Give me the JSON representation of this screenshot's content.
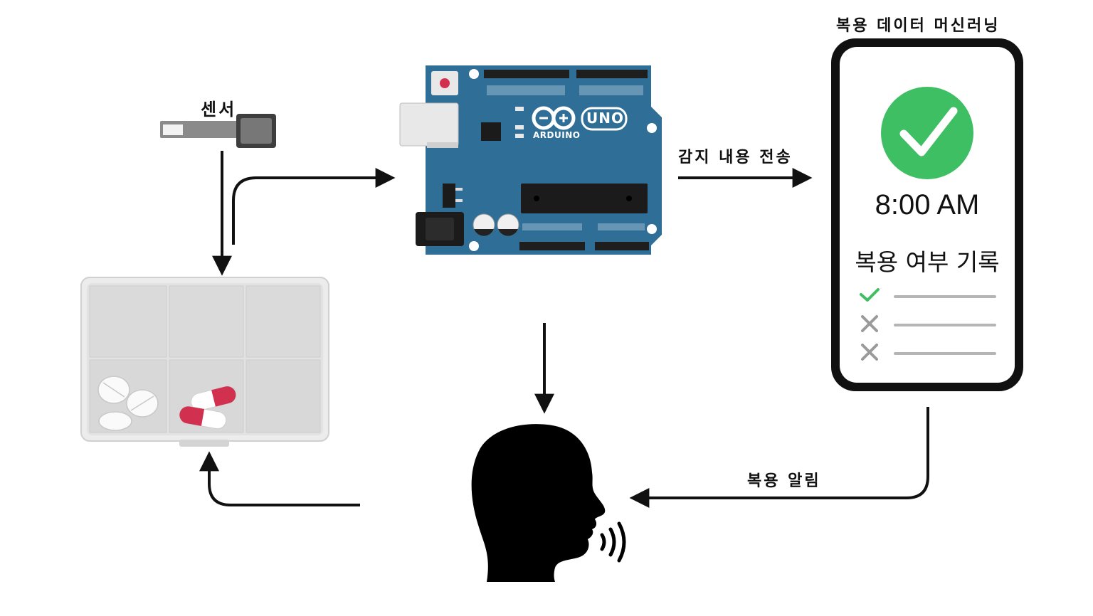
{
  "labels": {
    "sensor": "센서",
    "transmit": "감지 내용 전송",
    "ml_title": "복용 데이터 머신러닝",
    "notify": "복용 알림"
  },
  "arduino": {
    "brand": "ARDUINO",
    "model": "UNO"
  },
  "phone": {
    "time": "8:00 AM",
    "record_title": "복용 여부 기록",
    "records": [
      {
        "status": "taken",
        "icon": "check-icon"
      },
      {
        "status": "missed",
        "icon": "x-icon"
      },
      {
        "status": "missed",
        "icon": "x-icon"
      }
    ]
  },
  "colors": {
    "board": "#2f6e96",
    "check_green": "#3fbf63",
    "capsule_red": "#d2304f",
    "box_gray": "#dedede",
    "phone_frame": "#111111"
  }
}
